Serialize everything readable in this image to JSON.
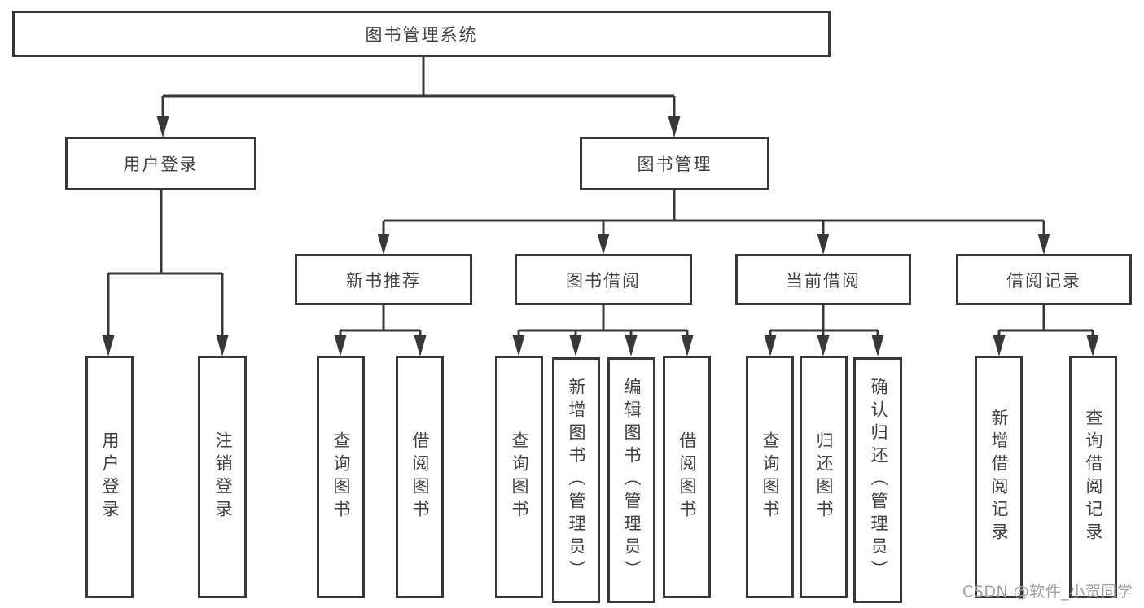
{
  "tree": {
    "label": "图书管理系统",
    "children": [
      {
        "label": "用户登录",
        "children": [
          {
            "label": "用户登录"
          },
          {
            "label": "注销登录"
          }
        ]
      },
      {
        "label": "图书管理",
        "children": [
          {
            "label": "新书推荐",
            "children": [
              {
                "label": "查询图书"
              },
              {
                "label": "借阅图书"
              }
            ]
          },
          {
            "label": "图书借阅",
            "children": [
              {
                "label": "查询图书"
              },
              {
                "label": "新增图书（管理员）"
              },
              {
                "label": "编辑图书（管理员）"
              },
              {
                "label": "借阅图书"
              }
            ]
          },
          {
            "label": "当前借阅",
            "children": [
              {
                "label": "查询图书"
              },
              {
                "label": "归还图书"
              },
              {
                "label": "确认归还（管理员）"
              }
            ]
          },
          {
            "label": "借阅记录",
            "children": [
              {
                "label": "新增借阅记录"
              },
              {
                "label": "查询借阅记录"
              }
            ]
          }
        ]
      }
    ]
  },
  "watermark": "CSDN @软件_小贺同学",
  "colors": {
    "line": "#383838",
    "text": "#414141",
    "watermark": "#9f9f9f",
    "background": "#ffffff"
  }
}
